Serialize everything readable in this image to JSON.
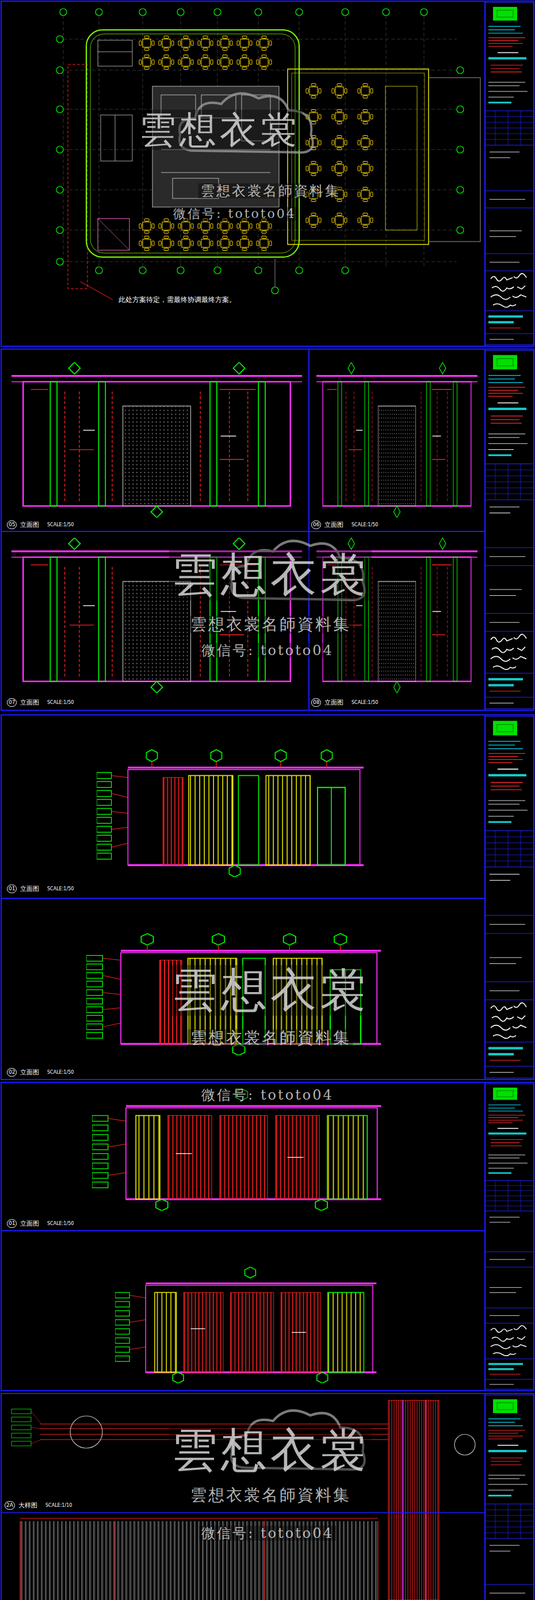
{
  "diagram": {
    "labels": [
      "雲想衣裳",
      "雲想衣裳名師資料集",
      "微信号: tototo04",
      "此处方案待定，需最终协调最终方案。",
      "05",
      "立面图",
      "SCALE:1/50",
      "06",
      "立面图",
      "SCALE:1/50",
      "雲想衣裳",
      "雲想衣裳名師資料集",
      "微信号: tototo04",
      "07",
      "立面图",
      "SCALE:1/50",
      "08",
      "立面图",
      "SCALE:1/50",
      "01",
      "立面图",
      "SCALE:1/50",
      "雲想衣裳",
      "雲想衣裳名師資料集",
      "02",
      "立面图",
      "SCALE:1/50",
      "微信号: tototo04",
      "01",
      "立面图",
      "SCALE:1/50",
      "雲想衣裳",
      "2A",
      "大样图",
      "SCALE:1/10",
      "雲想衣裳名師資料集",
      "微信号: tototo04"
    ]
  }
}
